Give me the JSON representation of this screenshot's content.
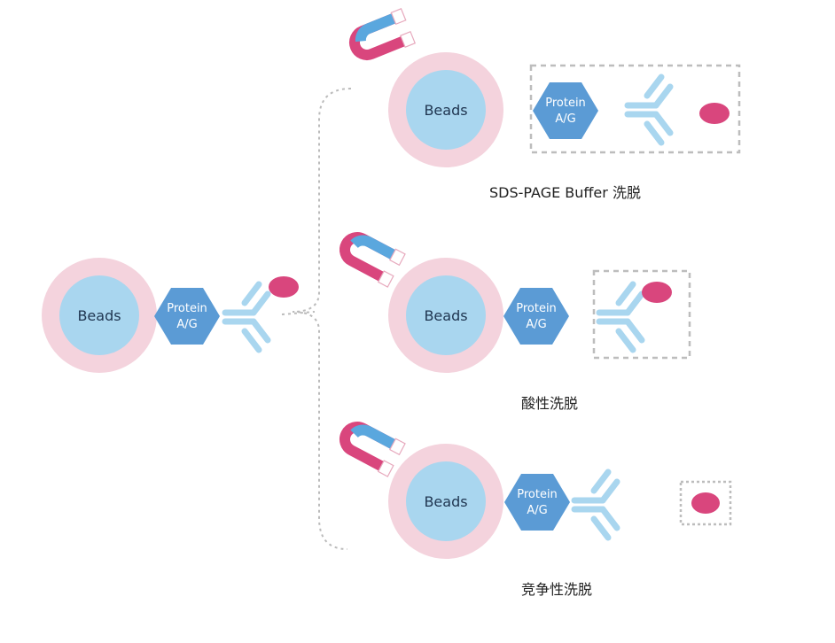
{
  "labels": {
    "beads": "Beads",
    "protein_line1": "Protein",
    "protein_line2": "A/G"
  },
  "captions": {
    "sds": "SDS-PAGE Buffer 洗脱",
    "acid": "酸性洗脱",
    "competitive": "竞争性洗脱"
  },
  "colors": {
    "bead_outer": "#f4d3dd",
    "bead_inner": "#a9d6ef",
    "protein_hex": "#5b9bd5",
    "antibody": "#a9d6ef",
    "antigen": "#d9467d",
    "magnet_blue": "#5aa7de",
    "magnet_pink": "#d9467d",
    "dashed_box": "#bdbdbd"
  }
}
